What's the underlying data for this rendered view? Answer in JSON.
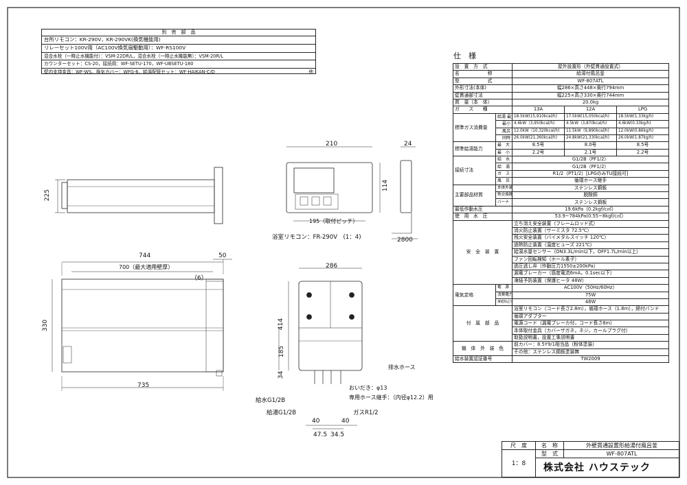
{
  "parts": {
    "title": "別　売　部　品",
    "lines": [
      "台所リモコン：KR-290V，KR-290VK(換気機能用)",
      "リレーセット100V用（AC100V換気扇駆動用）：WF-RS100V",
      "混合水栓（一時止水機能付）：VSM-22DR/L，混合水栓（一時止水機能無）：VSM-20R/L",
      "カウンターセット：CS-20，接続用：WF-SETU-170，WF-UBSETU-180",
      "壁内支持金具：WF-WS，換気カバー：WFG-6，給湯配管セット：WF-HAIKAN-C/D"
    ],
    "etc": "他"
  },
  "dims": {
    "front_width": "210",
    "side_depth": "24",
    "front_height": "114",
    "pitch": "195（取付ピッチ）",
    "cord": "2800",
    "remote_caption": "浴室リモコン：FR-290V　(1：4)",
    "side_h": "225",
    "top_total": "744",
    "top_50": "50",
    "top_700": "700（最大適用壁厚）",
    "top_6": "（6）",
    "top_330": "330",
    "top_735": "735",
    "fr_286": "286",
    "fr_414": "414",
    "fr_185": "185",
    "fr_34": "34",
    "drain": "排水ホース",
    "drain_dia": "おいだき：φ13",
    "hose": "専用ホース継手：（内径φ12.2）用",
    "supply": "給水G1/2B",
    "hot": "給湯G1/2B",
    "gas": "ガスR1/2",
    "d40a": "40",
    "d40b": "40",
    "d475": "47.5",
    "d345": "34.5"
  },
  "spec": {
    "heading": "仕　様",
    "rows": [
      [
        "設　置　方　式",
        "屋外設置形（外壁貫通設置式）"
      ],
      [
        "名　　　　　　称",
        "給湯付風呂釜"
      ],
      [
        "型　　　　　　式",
        "WF-807ATL"
      ],
      [
        "外形寸法(本体)",
        "幅286×高さ448×奥行794mm"
      ],
      [
        "壁貫通部寸法",
        "幅225×高さ330×奥行744mm"
      ],
      [
        "質　量（本　体）",
        "20.0kg"
      ]
    ],
    "gas_label": "ガ　　ス　　種",
    "gas_types": [
      "13A",
      "12A",
      "LPG"
    ],
    "consumption_label": "標準ガス消費量",
    "cons_rows": [
      [
        "給湯",
        "最大",
        "18.5kW(15,910kcal/h)",
        "17.5kW(15,050kcal/h)",
        "18.5kW(1.33kg/h)"
      ],
      [
        "",
        "最小",
        "4.6kW（3,950kcal/h)",
        "4.5kW（3,870kcal/h)",
        "4.6kW(0.33kg/h)"
      ],
      [
        "",
        "風呂",
        "12.0kW（10,320kcal/h)",
        "11.5kW（9,890kcal/h)",
        "12.0kW(0.86kg/h)"
      ],
      [
        "",
        "同時",
        "26.0kW(21,360kcal/h)",
        "24.8kW(21,330kcal/h)",
        "26.0kW(1.87kg/h)"
      ]
    ],
    "cap_label": "標準給湯能力",
    "cap_rows": [
      [
        "最　大",
        "8.5号",
        "8.0号",
        "8.5号"
      ],
      [
        "最　小",
        "2.2号",
        "2.1号",
        "2.2号"
      ]
    ],
    "conn_label": "接続寸法",
    "conn_rows": [
      [
        "給　水",
        "G1/2B（PF1/2）"
      ],
      [
        "給　湯",
        "G1/2B（PF1/2）"
      ],
      [
        "ガ　ス",
        "R1/2（PT1/2）[LPGのみTU接続可]"
      ],
      [
        "風　呂",
        "循環ホース継手"
      ]
    ],
    "mat_label": "主要部品材質",
    "mat_rows": [
      [
        "本体外装",
        "ステンレス鋼板"
      ],
      [
        "熱交換器",
        "脱酸銅"
      ],
      [
        "バーナ",
        "ステンレス鋼板"
      ]
    ],
    "min_pressure_label": "最低作動水圧",
    "min_pressure": "19.6kPa（0.2kgf/c㎡）",
    "use_pressure_label": "使　用　水　圧",
    "use_pressure": "53.9~784kPa(0.55~8kgf/c㎡）",
    "safety_label": "安　全　装　置",
    "safety": [
      "立ち消え安全装置（フレームロッド式）",
      "消火防止装置（サーミスタ 72.5℃）",
      "残火安全装置（バイメタルスイッチ 120℃）",
      "過熱防止装置（温度ヒューズ 221℃）",
      "給湯水量センサー（ON3.3L/min以下，OFF1.7L/min以上）",
      "ファン回転検知（ホール素子）",
      "逃圧逃し弁（作動圧力1550±200kPa）",
      "漏電ブレーカー（感度電流6mA，0.1sec以下）",
      "凍結予防装置（保護ヒータ 48W）"
    ],
    "elec_label": "電気定格",
    "elec_rows": [
      [
        "電　源",
        "AC100V（50Hz/60Hz）"
      ],
      [
        "消費電力",
        "75W"
      ],
      [
        "凍結防止ヒータ",
        "48W"
      ]
    ],
    "acc_label": "付　属　部　品",
    "accessories": [
      "浴室リモコン（コード長さ2.8m），循環ホース（1.8m），締付バンド",
      "循環アダプター",
      "電源コード（漏電ブレーカ付，コード長さ8m）",
      "本体取付金具（カバーザガネ，ネジ，カールプラグ付）",
      "取扱説明書，設置工事説明書"
    ],
    "color_label": "機　体　外　装　色",
    "colors": [
      "前カバー：8.5Y9/1相当品（粉体塗装）",
      "その他：ステンレス鋼板塗装無"
    ],
    "cert_label": "給水装置認証番号",
    "cert": "TW2009"
  },
  "title_block": {
    "scale_label": "尺　度",
    "scale": "1：8",
    "name_label": "名　称",
    "name": "外壁貫通設置形給湯付風呂釜",
    "model_label": "型　式",
    "model": "WF-807ATL",
    "company": "株式会社 ハウステック"
  }
}
